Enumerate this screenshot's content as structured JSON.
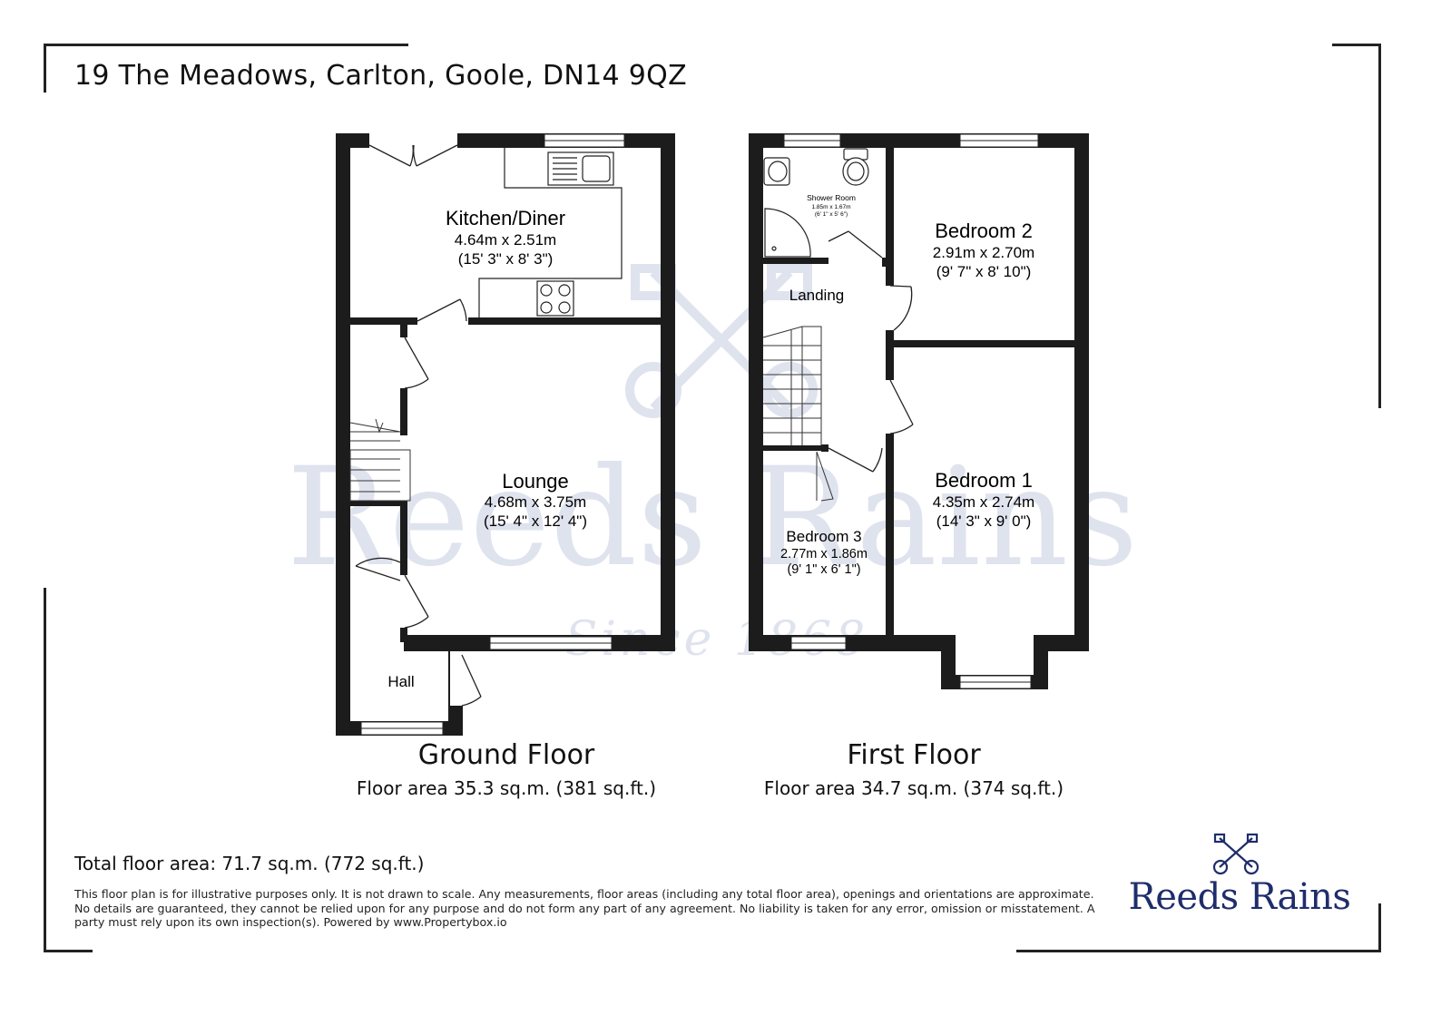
{
  "title": "19 The Meadows, Carlton, Goole, DN14 9QZ",
  "ground_floor": {
    "name": "Ground Floor",
    "area": "Floor area 35.3 sq.m. (381 sq.ft.)",
    "rooms": {
      "kitchen": {
        "name": "Kitchen/Diner",
        "metric": "4.64m x 2.51m",
        "imperial": "(15' 3\" x 8' 3\")"
      },
      "lounge": {
        "name": "Lounge",
        "metric": "4.68m x 3.75m",
        "imperial": "(15' 4\" x 12' 4\")"
      },
      "hall": {
        "name": "Hall"
      }
    }
  },
  "first_floor": {
    "name": "First Floor",
    "area": "Floor area 34.7 sq.m. (374 sq.ft.)",
    "rooms": {
      "shower": {
        "name": "Shower Room",
        "metric": "1.85m x 1.67m",
        "imperial": "(6' 1\" x 5' 6\")"
      },
      "landing": {
        "name": "Landing"
      },
      "bedroom2": {
        "name": "Bedroom 2",
        "metric": "2.91m x 2.70m",
        "imperial": "(9' 7\" x 8' 10\")"
      },
      "bedroom1": {
        "name": "Bedroom 1",
        "metric": "4.35m x 2.74m",
        "imperial": "(14' 3\" x 9' 0\")"
      },
      "bedroom3": {
        "name": "Bedroom 3",
        "metric": "2.77m x 1.86m",
        "imperial": "(9' 1\" x 6' 1\")"
      }
    }
  },
  "total_area": "Total floor area: 71.7 sq.m. (772 sq.ft.)",
  "disclaimer": "This floor plan is for illustrative purposes only. It is not drawn to scale. Any measurements, floor areas (including any total floor area), openings and orientations are approximate. No details are guaranteed, they cannot be relied upon for any purpose and do not form any part of any agreement. No liability is taken for any error, omission or misstatement. A party must rely upon its own inspection(s). Powered by www.Propertybox.io",
  "brand": {
    "name": "Reeds Rains",
    "watermark_name": "Reeds Rains",
    "watermark_tagline": "Since 1868",
    "color": "#1f2d6b"
  },
  "icons": [
    "crossed-keys-emblem-icon",
    "sink-icon",
    "hob-icon",
    "toilet-icon",
    "shower-tray-icon",
    "basin-icon"
  ]
}
